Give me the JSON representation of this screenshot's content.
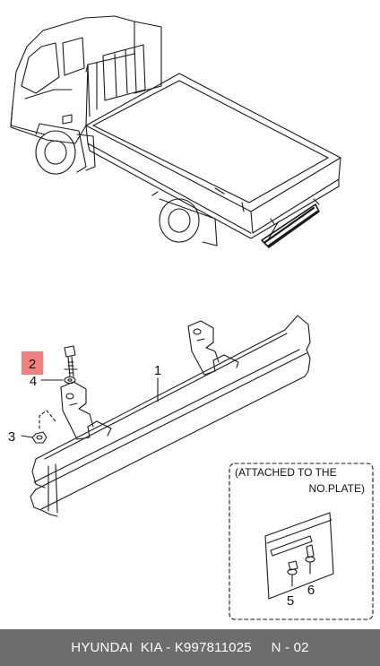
{
  "callouts": {
    "c1": "1",
    "c2": "2",
    "c3": "3",
    "c4": "4",
    "c5": "5",
    "c6": "6"
  },
  "inset": {
    "line1": "(ATTACHED TO THE",
    "line2": "NO.PLATE)"
  },
  "footer": {
    "brand": "HYUNDAI  KIA - ",
    "part_number": "K997811025",
    "page": "N - 02"
  },
  "colors": {
    "highlight": "#f08080",
    "footer_bg": "#6d6d6d",
    "line": "#1a1a1a"
  }
}
